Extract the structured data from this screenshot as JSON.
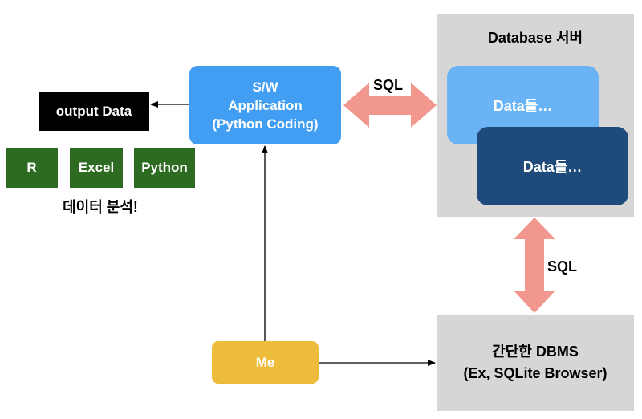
{
  "db_server": {
    "title": "Database 서버",
    "data_front": "Data들…",
    "data_back": "Data들…"
  },
  "app": {
    "line1": "S/W",
    "line2": "Application",
    "line3": "(Python Coding)"
  },
  "output": {
    "label": "output Data"
  },
  "tools": [
    "R",
    "Excel",
    "Python"
  ],
  "analysis": {
    "label": "데이터 분석!"
  },
  "me": {
    "label": "Me"
  },
  "dbms": {
    "line1": "간단한 DBMS",
    "line2": "(Ex, SQLite Browser)"
  },
  "sql_labels": {
    "top": "SQL",
    "right": "SQL"
  },
  "colors": {
    "app_blue": "#419ef2",
    "data_light": "#6ab4f5",
    "data_dark": "#1e4b7b",
    "tool_green": "#2e6b22",
    "me_yellow": "#eebc3c",
    "server_gray": "#d6d6d6",
    "sql_arrow": "#f1978e",
    "output_black": "#000000"
  }
}
